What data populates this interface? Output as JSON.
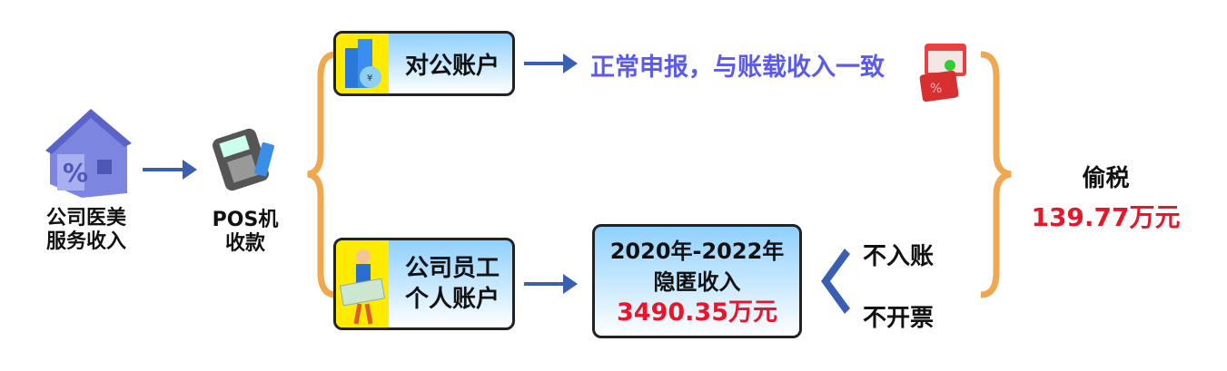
{
  "source": {
    "label_line1": "公司医美",
    "label_line2": "服务收入"
  },
  "pos": {
    "label_line1": "POS机",
    "label_line2": "收款"
  },
  "corporate_account": {
    "label": "对公账户"
  },
  "normal_report": {
    "text": "正常申报，与账载收入一致"
  },
  "personal_account": {
    "label_line1": "公司员工",
    "label_line2": "个人账户"
  },
  "hidden_income": {
    "period": "2020年-2022年",
    "label": "隐匿收入",
    "amount": "3490.35万元"
  },
  "reasons": [
    "不入账",
    "不开票"
  ],
  "tax_evasion": {
    "label": "偷税",
    "amount": "139.77万元"
  },
  "colors": {
    "accent_red": "#e8152b",
    "report_text": "#5a5af0",
    "arrow": "#3b5fb0",
    "brace": "#f0a850"
  }
}
